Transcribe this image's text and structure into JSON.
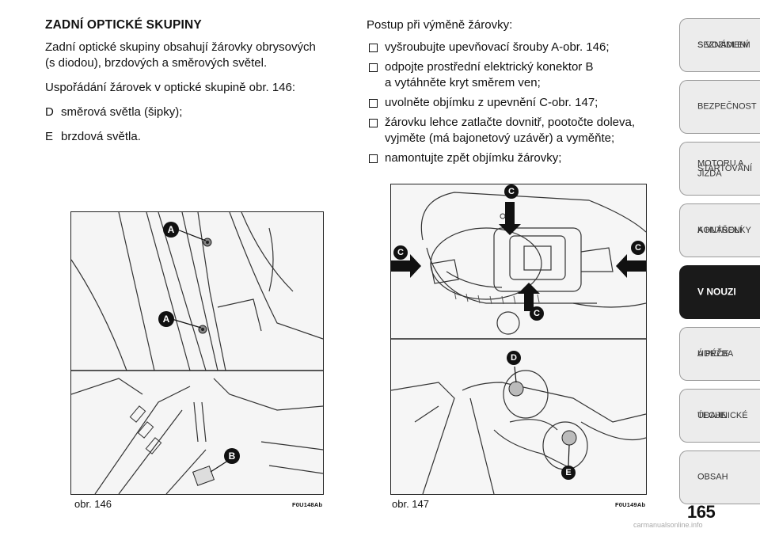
{
  "left": {
    "heading": "ZADNÍ OPTICKÉ SKUPINY",
    "intro_line1": "Zadní optické skupiny obsahují žárovky obrysových",
    "intro_line2": "(s diodou), brzdových a směrových světel.",
    "layout_text": "Uspořádání žárovek v optické skupině obr. 146:",
    "defs": [
      {
        "key": "D",
        "text": "směrová světla (šipky);"
      },
      {
        "key": "E",
        "text": "brzdová světla."
      }
    ]
  },
  "right": {
    "intro": "Postup při výměně žárovky:",
    "steps": [
      {
        "line1": "vyšroubujte upevňovací šrouby A-obr. 146;",
        "line2": ""
      },
      {
        "line1": "odpojte prostřední elektrický konektor B",
        "line2": "a vytáhněte kryt směrem ven;"
      },
      {
        "line1": "uvolněte objímku z upevnění C-obr. 147;",
        "line2": ""
      },
      {
        "line1": "žárovku lehce zatlačte dovnitř, pootočte doleva,",
        "line2": "vyjměte (má bajonetový uzávěr) a vyměňte;"
      },
      {
        "line1": "namontujte zpět objímku žárovky;",
        "line2": ""
      }
    ]
  },
  "fig146": {
    "caption": "obr. 146",
    "code": "F0U148Ab",
    "labels": {
      "a1": "A",
      "a2": "A",
      "b": "B"
    }
  },
  "fig147": {
    "caption": "obr. 147",
    "code": "F0U149Ab",
    "labels": {
      "c_top": "C",
      "c_left": "C",
      "c_right": "C",
      "c_bottom": "C",
      "d": "D",
      "e": "E"
    }
  },
  "tabs": [
    {
      "line1": "SEZNÁMENÍ",
      "line2": "S VOZIDLEM",
      "active": false
    },
    {
      "line1": "BEZPEČNOST",
      "line2": "",
      "active": false
    },
    {
      "line1": "STARTOVÁNÍ",
      "line2": "MOTORU A JÍZDA",
      "active": false
    },
    {
      "line1": "KONTROLKY",
      "line2": "A HLÁŠENÍ",
      "active": false
    },
    {
      "line1": "V NOUZI",
      "line2": "",
      "active": true
    },
    {
      "line1": "ÚDRŽBA",
      "line2": "A PÉČE",
      "active": false
    },
    {
      "line1": "TECHNICKÉ",
      "line2": "ÚDAJE",
      "active": false
    },
    {
      "line1": "OBSAH",
      "line2": "",
      "active": false
    }
  ],
  "page_number": "165",
  "watermark": "carmanualsonline.info",
  "colors": {
    "active_tab": "#1a1a1a",
    "tab": "#ececec",
    "arrow": "#111111"
  }
}
